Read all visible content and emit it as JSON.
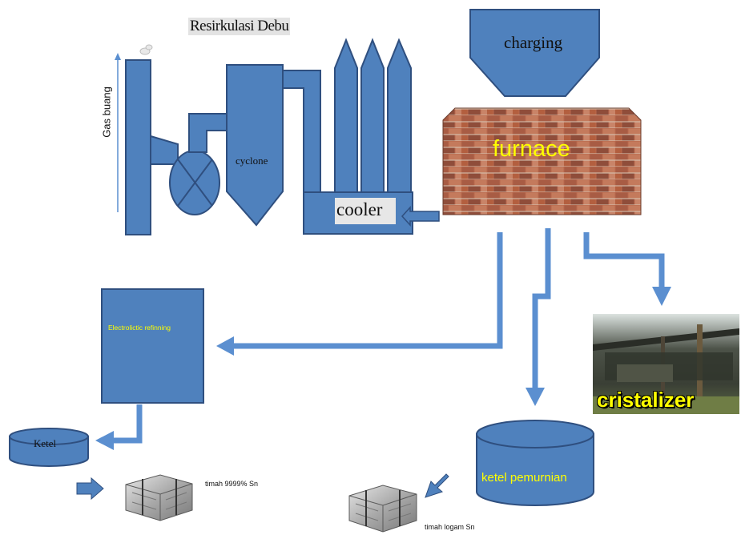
{
  "labels": {
    "dust_recirculation": "Resirkulasi Debu",
    "exhaust_gas": "Gas buang",
    "cyclone": "cyclone",
    "cooler": "cooler",
    "charging": "charging",
    "furnace": "furnace",
    "electrolytic_refining": "Electrolictic refinning",
    "kettle": "Ketel",
    "refining_kettle": "ketel pemurnian",
    "crystallizer": "cristalizer",
    "tin_9999": "timah 9999% Sn",
    "tin_metal": "timah logam Sn"
  },
  "colors": {
    "equipment_fill": "#4f81bd",
    "equipment_stroke": "#2f4f7f",
    "arrow": "#5b8fd0",
    "highlight_text": "#ffff00",
    "brick": "#b5654a"
  }
}
